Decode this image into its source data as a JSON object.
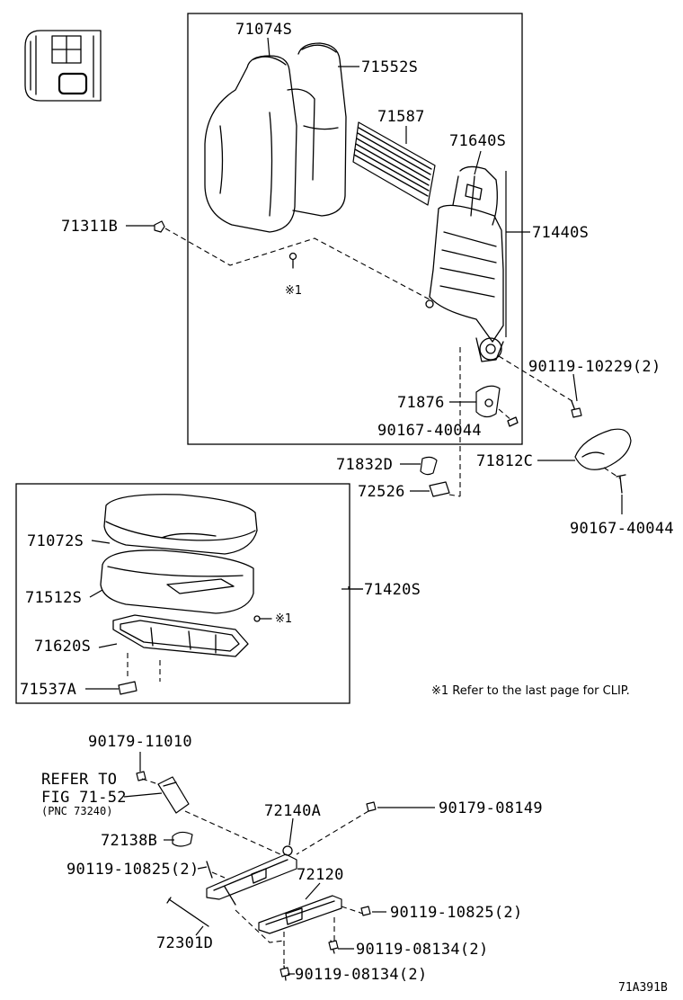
{
  "parts": {
    "p71074S": "71074S",
    "p71552S": "71552S",
    "p71587": "71587",
    "p71640S": "71640S",
    "p71311B": "71311B",
    "p71440S": "71440S",
    "clip_mark_upper": "※1",
    "p90119_10229": "90119-10229(2)",
    "p71876": "71876",
    "p90167_40044_a": "90167-40044",
    "p71832D": "71832D",
    "p71812C": "71812C",
    "p72526": "72526",
    "p90167_40044_b": "90167-40044",
    "p71072S": "71072S",
    "p71512S": "71512S",
    "p71420S": "71420S",
    "clip_mark_lower": "※1",
    "p71620S": "71620S",
    "p71537A": "71537A",
    "p90179_11010": "90179-11010",
    "p72140A": "72140A",
    "p90179_08149": "90179-08149",
    "p72138B": "72138B",
    "p90119_10825_a": "90119-10825(2)",
    "p72120": "72120",
    "p90119_10825_b": "90119-10825(2)",
    "p72301D": "72301D",
    "p90119_08134_a": "90119-08134(2)",
    "p90119_08134_b": "90119-08134(2)"
  },
  "reference": {
    "line1": "REFER TO",
    "line2": "FIG 71-52",
    "line3": "(PNC 73240)"
  },
  "footnote": "※1 Refer to the last page for CLIP.",
  "drawing_id": "71A391B"
}
